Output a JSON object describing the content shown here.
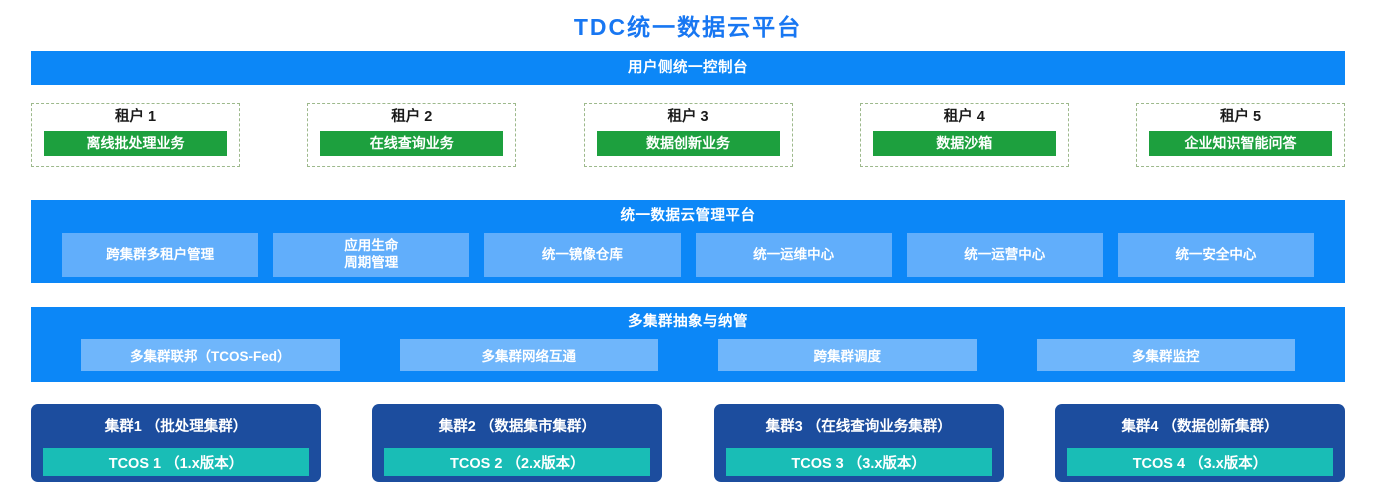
{
  "title": "TDC统一数据云平台",
  "colors": {
    "title_blue": "#1877F2",
    "band_blue": "#0C87F7",
    "item_blue": "#61AEFB",
    "tenant_green": "#1DA03E",
    "tenant_border": "#9DB98C",
    "cluster_navy": "#1C4D9E",
    "cluster_teal": "#19BDB6"
  },
  "console": {
    "title": "用户侧统一控制台"
  },
  "tenants": [
    {
      "name": "租户 1",
      "service": "离线批处理业务"
    },
    {
      "name": "租户 2",
      "service": "在线查询业务"
    },
    {
      "name": "租户 3",
      "service": "数据创新业务"
    },
    {
      "name": "租户 4",
      "service": "数据沙箱"
    },
    {
      "name": "租户 5",
      "service": "企业知识智能问答"
    }
  ],
  "management": {
    "title": "统一数据云管理平台",
    "items": [
      {
        "label": "跨集群多租户管理"
      },
      {
        "label": "应用生命\n周期管理"
      },
      {
        "label": "统一镜像仓库"
      },
      {
        "label": "统一运维中心"
      },
      {
        "label": "统一运营中心"
      },
      {
        "label": "统一安全中心"
      }
    ]
  },
  "abstraction": {
    "title": "多集群抽象与纳管",
    "items": [
      {
        "label": "多集群联邦（TCOS-Fed）"
      },
      {
        "label": "多集群网络互通"
      },
      {
        "label": "跨集群调度"
      },
      {
        "label": "多集群监控"
      }
    ]
  },
  "clusters": [
    {
      "name": "集群1 （批处理集群）",
      "version": "TCOS 1 （1.x版本）"
    },
    {
      "name": "集群2 （数据集市集群）",
      "version": "TCOS 2 （2.x版本）"
    },
    {
      "name": "集群3 （在线查询业务集群）",
      "version": "TCOS 3 （3.x版本）"
    },
    {
      "name": "集群4 （数据创新集群）",
      "version": "TCOS 4 （3.x版本）"
    }
  ]
}
